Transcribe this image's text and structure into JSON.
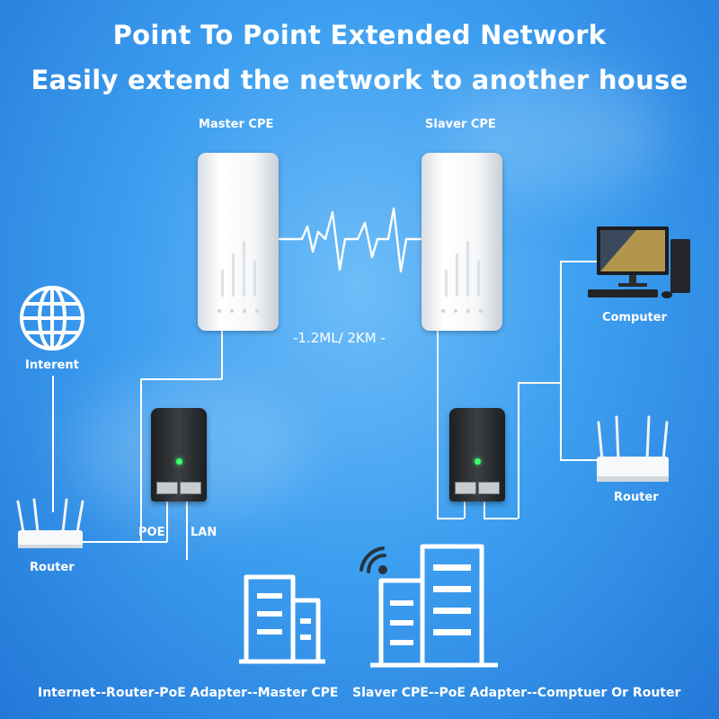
{
  "title_line1": "Point To Point Extended Network",
  "title_line2": "Easily extend the network to another house",
  "labels": {
    "master_cpe": "Master CPE",
    "slaver_cpe": "Slaver CPE",
    "distance": "-1.2ML/ 2KM -",
    "internet": "Interent",
    "router_left": "Router",
    "poe": "POE",
    "lan": "LAN",
    "computer": "Computer",
    "router_right": "Router"
  },
  "captions": {
    "left": "Internet--Router-PoE Adapter--Master CPE",
    "right": "Slaver CPE--PoE Adapter--Comptuer Or Router"
  },
  "icons": [
    "globe-icon",
    "signal-wave-icon",
    "wifi-icon",
    "building-icon"
  ],
  "colors": {
    "background": "#3d9ff0",
    "foreground": "#ffffff",
    "led": "#3cff6a"
  }
}
